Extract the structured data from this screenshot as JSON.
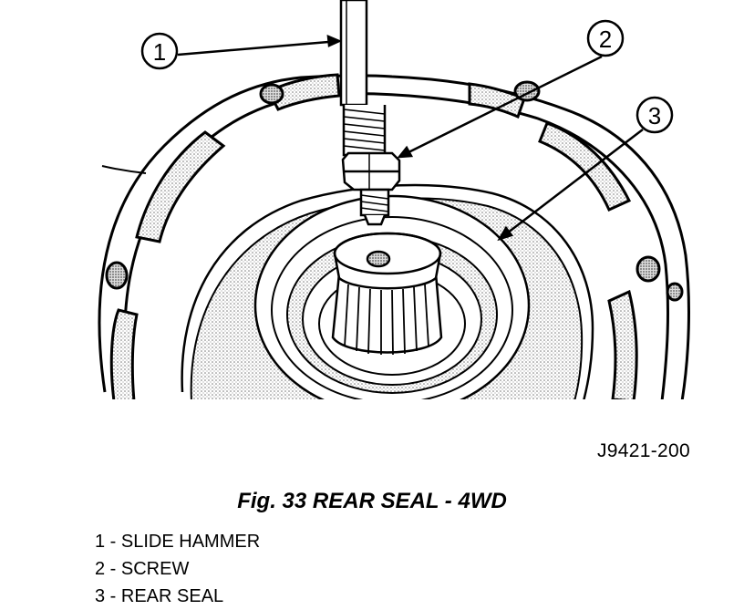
{
  "figure_id": "J9421-200",
  "caption": "Fig. 33 REAR SEAL - 4WD",
  "callouts": [
    "1",
    "2",
    "3"
  ],
  "legend": [
    "1 - SLIDE HAMMER",
    "2 - SCREW",
    "3 - REAR SEAL"
  ]
}
